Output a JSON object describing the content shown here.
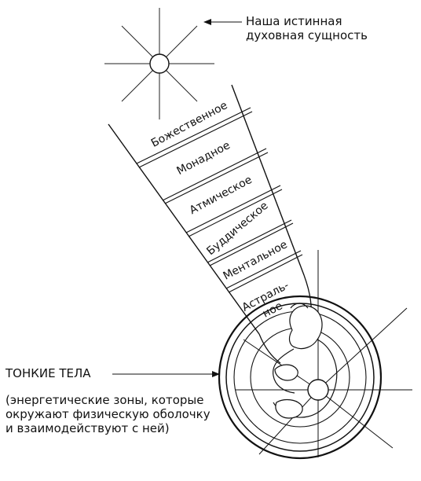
{
  "top_label": {
    "line1": "Наша истинная",
    "line2": "духовная сущность"
  },
  "cone_layers": [
    "Божественное",
    "Монадное",
    "Атмическое",
    "Буддическое",
    "Ментальное"
  ],
  "astral_layer": {
    "line1": "Астраль-",
    "line2": "ное"
  },
  "subtle_bodies": {
    "title": "ТОНКИЕ ТЕЛА",
    "desc_line1": "(энергетические зоны, которые",
    "desc_line2": "окружают физическую оболочку",
    "desc_line3": "и взаимодействуют с ней)"
  }
}
